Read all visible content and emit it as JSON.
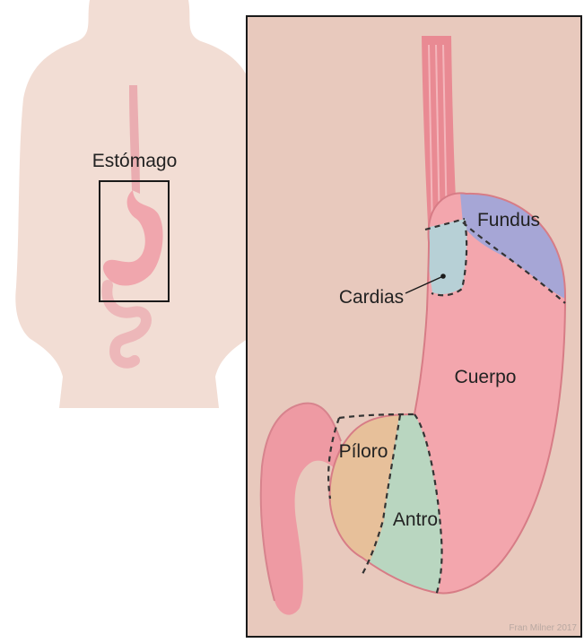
{
  "labels": {
    "overview": "Estómago",
    "fundus": "Fundus",
    "cardias": "Cardias",
    "cuerpo": "Cuerpo",
    "piloro": "Píloro",
    "antro": "Antro"
  },
  "credit": "Fran Milner 2017",
  "colors": {
    "panel_background": "#e8c9bd",
    "body_skin": "#f2ddd4",
    "stomach": "#f3a6ad",
    "esophagus": "#e98a93",
    "fundus": "#a6a6d6",
    "cardias": "#b7d0d6",
    "piloro": "#e7c09a",
    "antro": "#b9d6c0",
    "outline": "#1a1a1a"
  }
}
